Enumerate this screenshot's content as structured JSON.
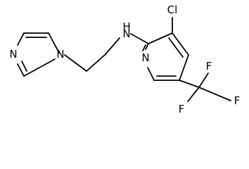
{
  "structure": {
    "labels": {
      "imidazole_n_left": "N",
      "imidazole_n1": "N",
      "amine_nh": "N",
      "amine_h": "H",
      "chlorine": "Cl",
      "pyridine_n": "N",
      "fluorine_top": "F",
      "fluorine_right": "F",
      "fluorine_bottom": "F"
    }
  }
}
